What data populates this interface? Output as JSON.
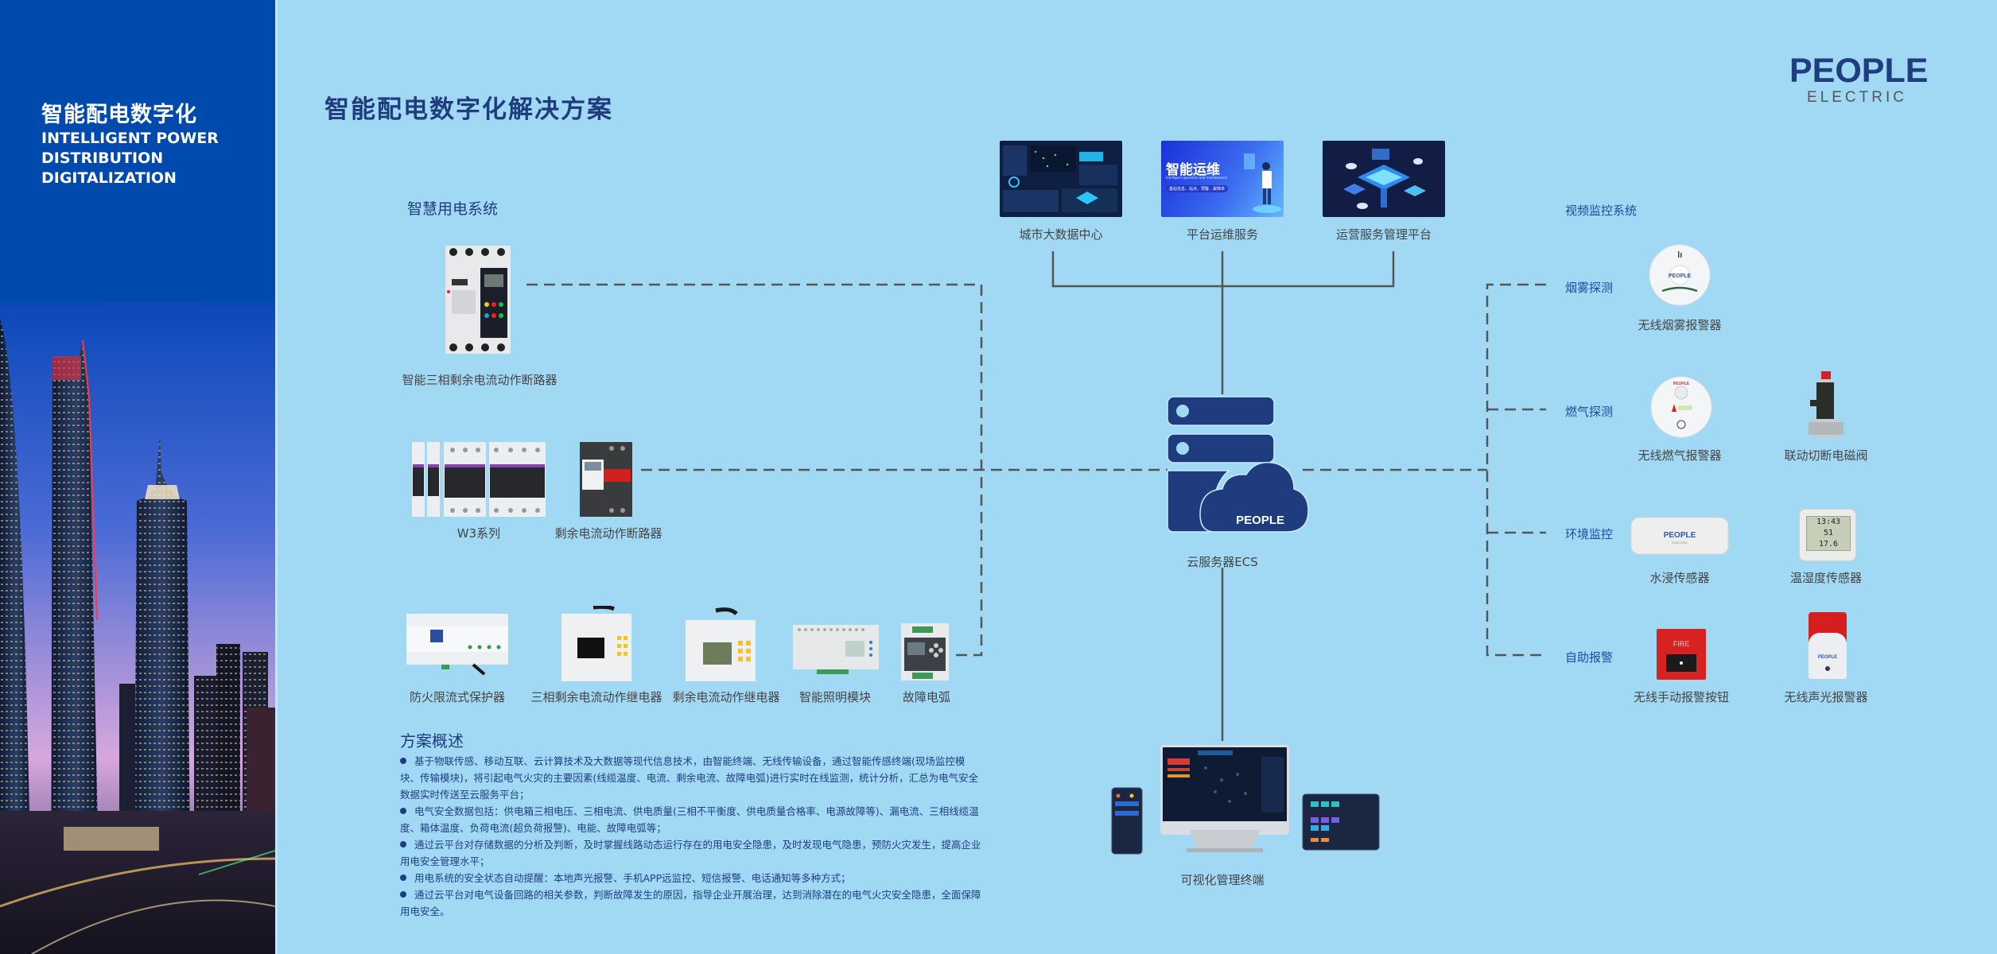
{
  "sidebar": {
    "title_cn": "智能配电数字化",
    "title_en": [
      "INTELLIGENT POWER",
      "DISTRIBUTION",
      "DIGITALIZATION"
    ],
    "image": "city-skyline-night"
  },
  "header": {
    "title": "智能配电数字化解决方案"
  },
  "logo": {
    "brand": "PEOPLE",
    "sub": "ELECTRIC"
  },
  "colors": {
    "sidebar_bg": "#004aad",
    "page_bg": "#a1d9f5",
    "accent_navy": "#1e3c7e",
    "line": "#555555"
  },
  "platforms": [
    {
      "label": "城市大数据中心",
      "image": "dashboard-screenshot"
    },
    {
      "label": "平台运维服务",
      "image": "intelligent-operation-banner",
      "banner_title": "智能运维",
      "banner_sub": "Intelligent operation and maintenance",
      "banner_tags": "基站信息、站点、预警、故障单"
    },
    {
      "label": "运营服务管理平台",
      "image": "isometric-server-illustration"
    }
  ],
  "server": {
    "label": "云服务器ECS",
    "cloud_text": "PEOPLE"
  },
  "terminal": {
    "label": "可视化管理终端"
  },
  "smart_power": {
    "section_title": "智慧用电系统",
    "devices": [
      {
        "label": "智能三相剩余电流动作断路器"
      },
      {
        "label": "W3系列"
      },
      {
        "label": "剩余电流动作断路器"
      },
      {
        "label": "防火限流式保护器"
      },
      {
        "label": "三相剩余电流动作继电器"
      },
      {
        "label": "剩余电流动作继电器"
      },
      {
        "label": "智能照明模块"
      },
      {
        "label": "故障电弧"
      }
    ]
  },
  "video_monitor": {
    "section_title": "视频监控系统",
    "categories": [
      {
        "label": "烟雾探测",
        "devices": [
          {
            "label": "无线烟雾报警器"
          }
        ]
      },
      {
        "label": "燃气探测",
        "devices": [
          {
            "label": "无线燃气报警器"
          },
          {
            "label": "联动切断电磁阀"
          }
        ]
      },
      {
        "label": "环境监控",
        "devices": [
          {
            "label": "水浸传感器"
          },
          {
            "label": "温湿度传感器"
          }
        ]
      },
      {
        "label": "自助报警",
        "devices": [
          {
            "label": "无线手动报警按钮"
          },
          {
            "label": "无线声光报警器"
          }
        ]
      }
    ],
    "thermo_readings": [
      "13:43",
      "51",
      "17.6"
    ],
    "fire_text": "FIRE"
  },
  "overview": {
    "title": "方案概述",
    "bullets": [
      "基于物联传感、移动互联、云计算技术及大数据等现代信息技术，由智能终端、无线传输设备，通过智能传感终端(现场监控模块、传输模块)，将引起电气火灾的主要因素(线缆温度、电流、剩余电流、故障电弧)进行实时在线监测，统计分析，汇总为电气安全数据实时传送至云服务平台；",
      "电气安全数据包括：供电箱三相电压、三相电流、供电质量(三相不平衡度、供电质量合格率、电源故障等)、漏电流、三相线缆温度、箱体温度、负荷电流(超负荷报警)、电能、故障电弧等；",
      "通过云平台对存储数据的分析及判断，及时掌握线路动态运行存在的用电安全隐患，及时发现电气隐患，预防火灾发生，提高企业用电安全管理水平；",
      "用电系统的安全状态自动提醒：本地声光报警、手机APP远监控、短信报警、电话通知等多种方式；",
      "通过云平台对电气设备回路的相关参数，判断故障发生的原因，指导企业开展治理，达到消除潜在的电气火灾安全隐患，全面保障用电安全。"
    ]
  }
}
